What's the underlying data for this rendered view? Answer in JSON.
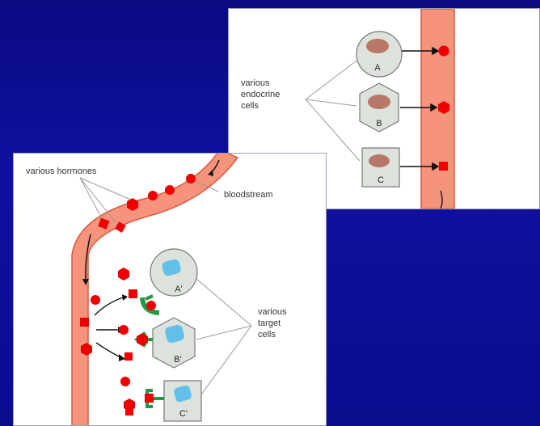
{
  "top_panel": {
    "label_various_endocrine_cells": [
      "various",
      "endocrine",
      "cells"
    ],
    "cells": [
      {
        "letter": "A",
        "shape": "circle"
      },
      {
        "letter": "B",
        "shape": "hexagon"
      },
      {
        "letter": "C",
        "shape": "square"
      }
    ]
  },
  "bottom_panel": {
    "label_various_hormones": "various hormones",
    "label_bloodstream": "bloodstream",
    "label_various_target_cells": [
      "various",
      "target",
      "cells"
    ],
    "cells": [
      {
        "letter": "A'",
        "shape": "circle"
      },
      {
        "letter": "B'",
        "shape": "hexagon"
      },
      {
        "letter": "C'",
        "shape": "square"
      }
    ]
  },
  "colors": {
    "background": "#0c0c8e",
    "vessel": "#f5937b",
    "vessel_outline": "#d95a45",
    "hormone": "#ee0000",
    "cell_fill": "#dde3dc",
    "nucleus_endocrine": "#b87868",
    "nucleus_target": "#62c0e8",
    "receptor": "#1f9a43"
  }
}
